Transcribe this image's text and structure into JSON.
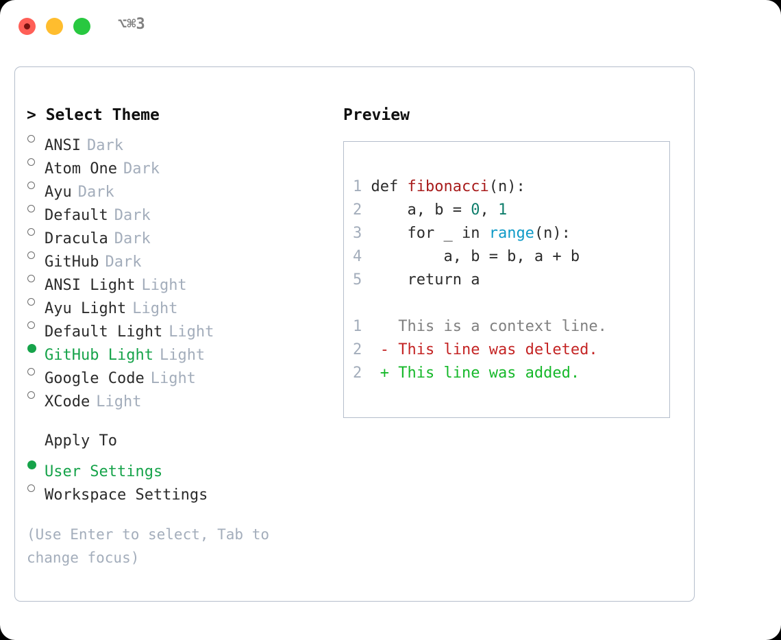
{
  "titlebar": {
    "shortcut": "⌥⌘3",
    "buttons": [
      {
        "name": "close",
        "color": "#ff5f57"
      },
      {
        "name": "minimize",
        "color": "#ffbd2e"
      },
      {
        "name": "maximize",
        "color": "#28c840"
      }
    ]
  },
  "theme_list": {
    "header": "> Select Theme",
    "items": [
      {
        "label": "ANSI",
        "suffix": "Dark",
        "selected": false
      },
      {
        "label": "Atom One",
        "suffix": "Dark",
        "selected": false
      },
      {
        "label": "Ayu",
        "suffix": "Dark",
        "selected": false
      },
      {
        "label": "Default",
        "suffix": "Dark",
        "selected": false
      },
      {
        "label": "Dracula",
        "suffix": "Dark",
        "selected": false
      },
      {
        "label": "GitHub",
        "suffix": "Dark",
        "selected": false
      },
      {
        "label": "ANSI Light",
        "suffix": "Light",
        "selected": false
      },
      {
        "label": "Ayu Light",
        "suffix": "Light",
        "selected": false
      },
      {
        "label": "Default Light",
        "suffix": "Light",
        "selected": false
      },
      {
        "label": "GitHub Light",
        "suffix": "Light",
        "selected": true
      },
      {
        "label": "Google Code",
        "suffix": "Light",
        "selected": false
      },
      {
        "label": "XCode",
        "suffix": "Light",
        "selected": false
      }
    ]
  },
  "apply_to": {
    "header": "Apply To",
    "items": [
      {
        "label": "User Settings",
        "selected": true
      },
      {
        "label": "Workspace Settings",
        "selected": false
      }
    ]
  },
  "hint": "(Use Enter to select, Tab to change focus)",
  "preview": {
    "title": "Preview",
    "code_lines": [
      {
        "num": "1",
        "indent": "",
        "parts": [
          {
            "text": "def ",
            "type": "plain"
          },
          {
            "text": "fibonacci",
            "type": "fn"
          },
          {
            "text": "(n):",
            "type": "plain"
          }
        ]
      },
      {
        "num": "2",
        "indent": "    ",
        "parts": [
          {
            "text": "a, b = ",
            "type": "plain"
          },
          {
            "text": "0",
            "type": "num"
          },
          {
            "text": ", ",
            "type": "plain"
          },
          {
            "text": "1",
            "type": "num"
          }
        ]
      },
      {
        "num": "3",
        "indent": "    ",
        "parts": [
          {
            "text": "for _ in ",
            "type": "plain"
          },
          {
            "text": "range",
            "type": "builtin"
          },
          {
            "text": "(n):",
            "type": "plain"
          }
        ]
      },
      {
        "num": "4",
        "indent": "        ",
        "parts": [
          {
            "text": "a, b = b, a + b",
            "type": "plain"
          }
        ]
      },
      {
        "num": "5",
        "indent": "    ",
        "parts": [
          {
            "text": "return a",
            "type": "plain"
          }
        ]
      }
    ],
    "diff_lines": [
      {
        "num": "1",
        "marker": " ",
        "text": " This is a context line.",
        "type": "context"
      },
      {
        "num": "2",
        "marker": "-",
        "text": " This line was deleted.",
        "type": "deleted"
      },
      {
        "num": "2",
        "marker": "+",
        "text": " This line was added.",
        "type": "added"
      }
    ]
  },
  "colors": {
    "accent_green": "#16a34a",
    "muted": "#a3adbb",
    "border": "#b4bdcb",
    "fn_red": "#a81b1b",
    "num_teal": "#0d7d6b",
    "builtin_blue": "#0e9ac7",
    "diff_delete": "#c42424",
    "diff_add": "#16b82a"
  }
}
